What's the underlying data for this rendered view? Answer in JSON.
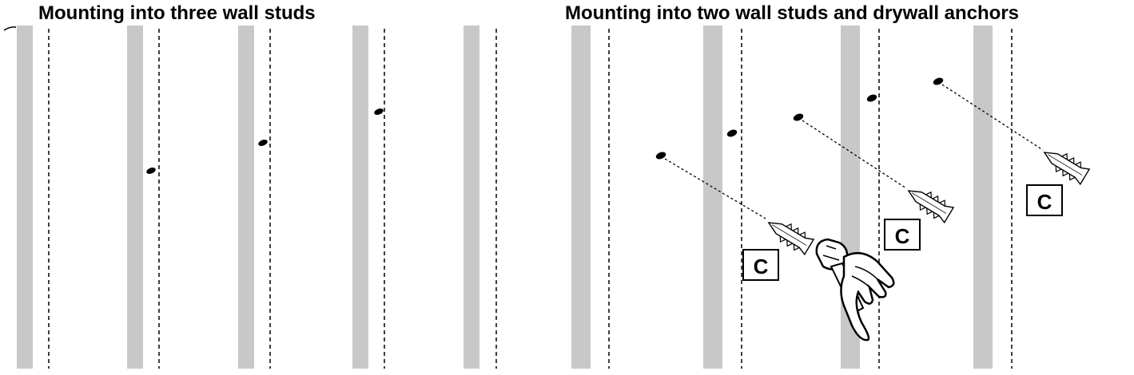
{
  "panels": [
    {
      "title": "Mounting into three wall studs",
      "screws": [
        {
          "label": ""
        },
        {
          "label": ""
        },
        {
          "label": ""
        }
      ]
    },
    {
      "title": "Mounting into two wall studs and drywall anchors",
      "screws": [
        {
          "label": "C"
        },
        {
          "label": ""
        },
        {
          "label": "C"
        },
        {
          "label": ""
        },
        {
          "label": "C"
        }
      ]
    }
  ],
  "colors": {
    "stud": "#c8c8c8",
    "line": "#000000",
    "background": "#ffffff"
  },
  "icons": [
    "screw-hole-icon",
    "drywall-anchor-icon",
    "hammer-icon",
    "hand-icon"
  ]
}
